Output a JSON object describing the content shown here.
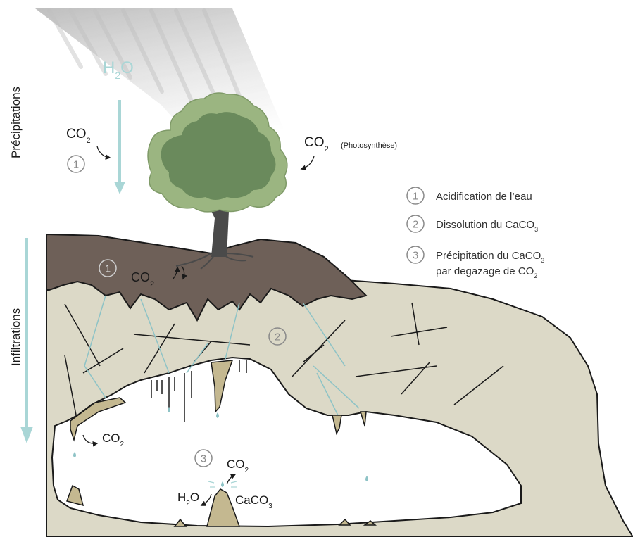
{
  "side_labels": {
    "precipitations": "Précipitations",
    "infiltrations": "Infiltrations"
  },
  "rain": {
    "h2o_main": "H",
    "h2o_sub": "2",
    "h2o_end": "O"
  },
  "co2_rain": {
    "main": "CO",
    "sub": "2",
    "step": "1"
  },
  "co2_photo": {
    "main": "CO",
    "sub": "2",
    "note": "(Photosynthèse)"
  },
  "co2_soil": {
    "main": "CO",
    "sub": "2",
    "step": "1"
  },
  "step2_marker": "2",
  "co2_cave_left": {
    "main": "CO",
    "sub": "2"
  },
  "stalagmite": {
    "step": "3",
    "co2_main": "CO",
    "co2_sub": "2",
    "h2o_main": "H",
    "h2o_sub": "2",
    "h2o_end": "O",
    "caco3_main": "CaCO",
    "caco3_sub": "3"
  },
  "legend": [
    {
      "num": "1",
      "text": "Acidification de l’eau"
    },
    {
      "num": "2",
      "text": "Dissolution du CaCO",
      "sub": "3"
    },
    {
      "num": "3",
      "text": "Précipitation du CaCO",
      "sub": "3",
      "line2": "par degazage de CO",
      "sub2": "2"
    }
  ],
  "colors": {
    "water": "#a9d6d6",
    "soil": "#6e6058",
    "limestone": "#dcd9c7",
    "speleothem": "#c4b890",
    "tree_light": "#9bb581",
    "tree_dark": "#6a8a5c",
    "trunk": "#4a4a4a",
    "circle_gray": "#8a8a8a"
  }
}
